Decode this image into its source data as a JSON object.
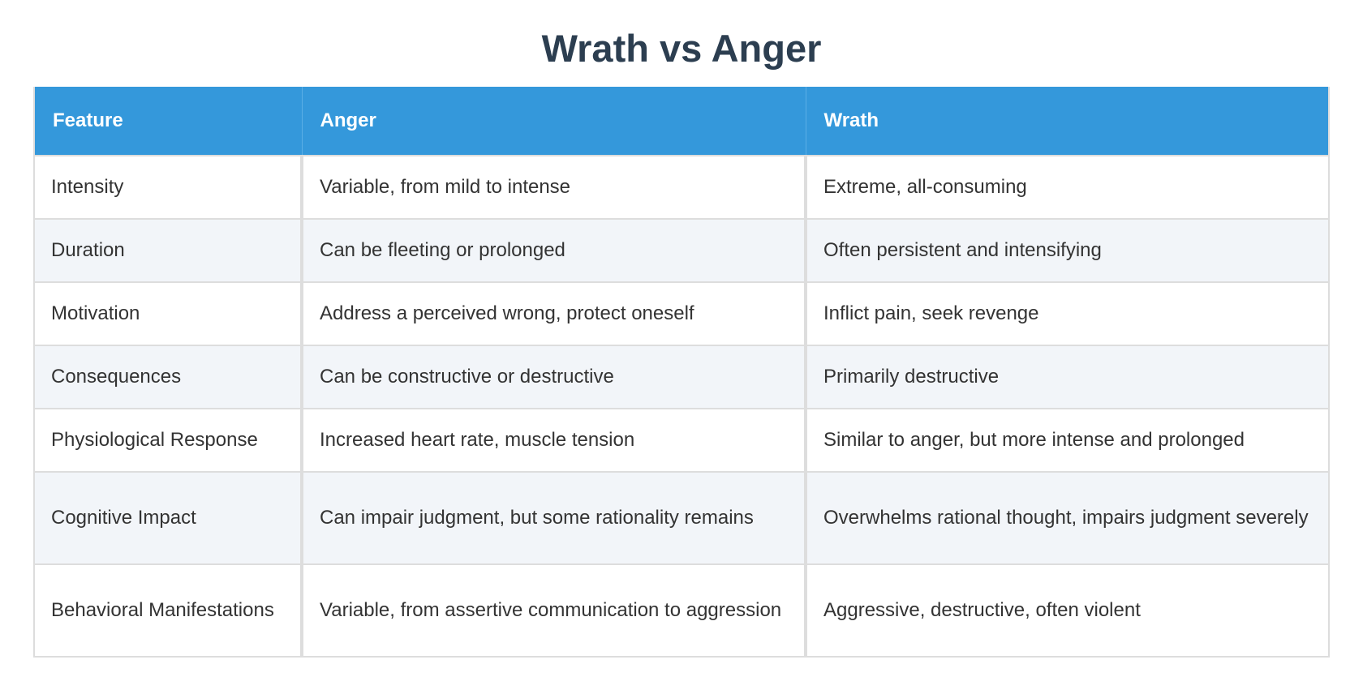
{
  "page": {
    "title": "Wrath vs Anger"
  },
  "colors": {
    "title": "#2c3e50",
    "header_bg": "#3498db",
    "header_text": "#ffffff",
    "row_alt_bg": "#f2f5f9",
    "cell_text": "#333333",
    "border": "#dddddd"
  },
  "table": {
    "headers": [
      "Feature",
      "Anger",
      "Wrath"
    ],
    "rows": [
      {
        "feature": "Intensity",
        "anger": "Variable, from mild to intense",
        "wrath": "Extreme, all-consuming"
      },
      {
        "feature": "Duration",
        "anger": "Can be fleeting or prolonged",
        "wrath": "Often persistent and intensifying"
      },
      {
        "feature": "Motivation",
        "anger": "Address a perceived wrong, protect oneself",
        "wrath": "Inflict pain, seek revenge"
      },
      {
        "feature": "Consequences",
        "anger": "Can be constructive or destructive",
        "wrath": "Primarily destructive"
      },
      {
        "feature": "Physiological Response",
        "anger": "Increased heart rate, muscle tension",
        "wrath": "Similar to anger, but more intense and prolonged"
      },
      {
        "feature": "Cognitive Impact",
        "anger": "Can impair judgment, but some rationality remains",
        "wrath": "Overwhelms rational thought, impairs judgment severely"
      },
      {
        "feature": "Behavioral Manifestations",
        "anger": "Variable, from assertive communication to aggression",
        "wrath": "Aggressive, destructive, often violent"
      }
    ]
  }
}
